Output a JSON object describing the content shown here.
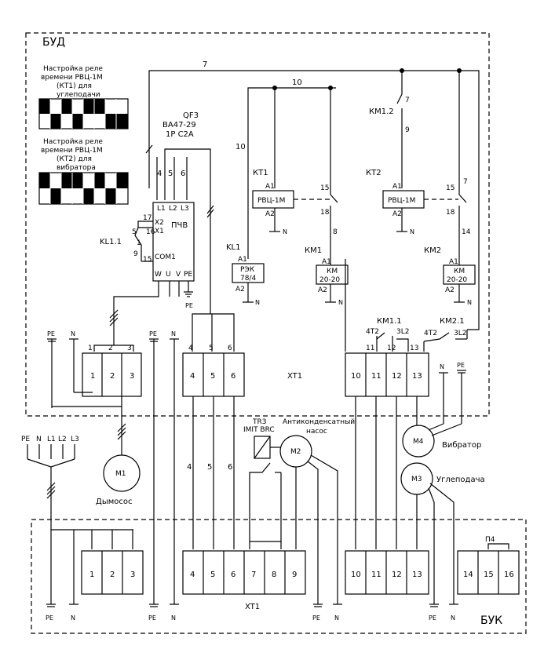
{
  "frame_labels": {
    "bud": "БУД",
    "buk": "БУК"
  },
  "kt1_setting": {
    "line1": "Настройка реле",
    "line2": "времени РВЦ-1М",
    "line3": "(КТ1) для",
    "line4": "углеподачи"
  },
  "kt2_setting": {
    "line1": "Настройка реле",
    "line2": "времени РВЦ-1М",
    "line3": "(КТ2) для",
    "line4": "вибратора"
  },
  "qf3": {
    "line1": "QF3",
    "line2": "ВА47-29",
    "line3": "1P C2A"
  },
  "vfd": {
    "label": "ПЧВ",
    "l1": "L1",
    "l2": "L2",
    "l3": "L3",
    "x2": "X2",
    "x1": "X1",
    "com1": "COM1",
    "w": "W",
    "u": "U",
    "v": "V",
    "pe": "PE"
  },
  "wire_numbers": {
    "w4": "4",
    "w5": "5",
    "w6": "6",
    "w7": "7",
    "w8": "8",
    "w9": "9",
    "w10": "10",
    "w14": "14",
    "w15": "15",
    "w16": "16",
    "w17": "17",
    "w18": "18",
    "w1": "1",
    "w2": "2",
    "w3": "3",
    "w11": "11",
    "w12": "12",
    "w13": "13"
  },
  "relays": {
    "kt1": {
      "name": "КТ1",
      "body": "РВЦ-1М",
      "a1": "A1",
      "a2": "A2",
      "n": "N"
    },
    "kt2": {
      "name": "КТ2",
      "body": "РВЦ-1М",
      "a1": "A1",
      "a2": "A2",
      "n": "N"
    },
    "kl1": {
      "name": "KL1",
      "body1": "РЭК",
      "body2": "78/4",
      "a1": "A1",
      "a2": "A2",
      "n": "N"
    },
    "km1": {
      "name": "КМ1",
      "body1": "КМ",
      "body2": "20-20",
      "a1": "A1",
      "a2": "A2",
      "n": "N"
    },
    "km2": {
      "name": "КМ2",
      "body1": "КМ",
      "body2": "20-20",
      "a1": "A1",
      "a2": "A2",
      "n": "N"
    }
  },
  "contacts": {
    "km12": "КМ1.2",
    "kl11": "KL1.1",
    "km11": "КМ1.1",
    "km21": "КМ2.1",
    "t42a": "4T2",
    "l32a": "3L2",
    "t42b": "4T2",
    "l32b": "3L2"
  },
  "terminal_upper": {
    "g1": [
      "1",
      "2",
      "3"
    ],
    "g2": [
      "4",
      "5",
      "6"
    ],
    "g3": [
      "10",
      "11",
      "12",
      "13"
    ],
    "label": "XT1"
  },
  "terminal_lower": {
    "g1": [
      "1",
      "2",
      "3"
    ],
    "g2": [
      "4",
      "5",
      "6",
      "7",
      "8",
      "9"
    ],
    "g3": [
      "10",
      "11",
      "12",
      "13"
    ],
    "g4": [
      "14",
      "15",
      "16"
    ],
    "label": "XT1",
    "jumper": "П4"
  },
  "ground_labels": {
    "pe": "PE",
    "n": "N"
  },
  "supply": {
    "pe": "PE",
    "n": "N",
    "l1": "L1",
    "l2": "L2",
    "l3": "L3"
  },
  "motors": {
    "m1": {
      "label": "M1",
      "caption": "Дымосос"
    },
    "m2": {
      "label": "M2",
      "caption1": "Антиконденсатный",
      "caption2": "насос"
    },
    "m3": {
      "label": "M3",
      "caption": "Углеподача"
    },
    "m4": {
      "label": "M4",
      "caption": "Вибратор"
    }
  },
  "tr3": {
    "line1": "TR3",
    "line2": "IMIT BRC"
  }
}
